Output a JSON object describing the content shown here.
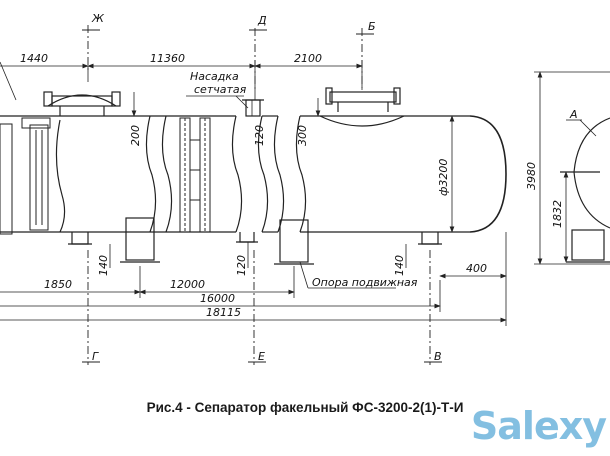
{
  "caption": "Рис.4 - Сепаратор факельный ФС-3200-2(1)-Т-И",
  "watermark": "Salexy",
  "section_markers": {
    "zh": "Ж",
    "d": "Д",
    "b": "Б",
    "g": "Г",
    "e": "Е",
    "v": "В",
    "a": "А"
  },
  "dimensions": {
    "top_1440": "1440",
    "top_11360": "11360",
    "top_2100": "2100",
    "nozzle_200": "200",
    "nozzle_120_top": "120",
    "nozzle_300": "300",
    "diameter": "ф3200",
    "height_3980": "3980",
    "height_1832": "1832",
    "bottom_140_left": "140",
    "bottom_120": "120",
    "bottom_140_right": "140",
    "len_1850": "1850",
    "len_12000": "12000",
    "len_400": "400",
    "len_16000": "16000",
    "len_18115": "18115"
  },
  "labels": {
    "mesh_nozzle_line1": "Насадка",
    "mesh_nozzle_line2": "сетчатая",
    "movable_support": "Опора подвижная"
  },
  "colors": {
    "line": "#222222",
    "watermark": "#5aaad7"
  }
}
